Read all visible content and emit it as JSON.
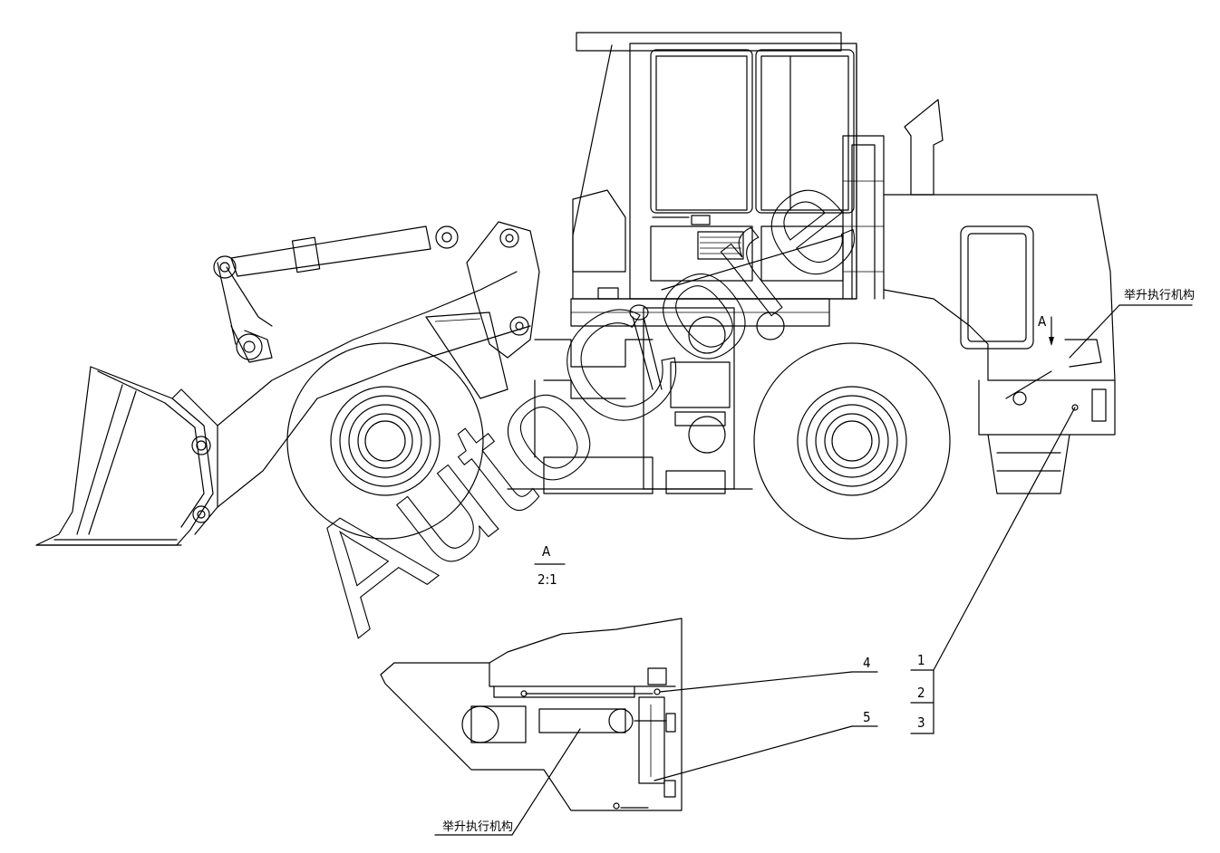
{
  "view_label": "A",
  "detail": {
    "label": "A",
    "scale": "2:1"
  },
  "callouts": {
    "actuator_top": "举升执行机构",
    "actuator_bottom": "举升执行机构",
    "n1": "1",
    "n2": "2",
    "n3": "3",
    "n4": "4",
    "n5": "5"
  },
  "watermark": "AutoCore",
  "icons": [
    "wheel-loader-drawing",
    "detail-view-drawing"
  ]
}
